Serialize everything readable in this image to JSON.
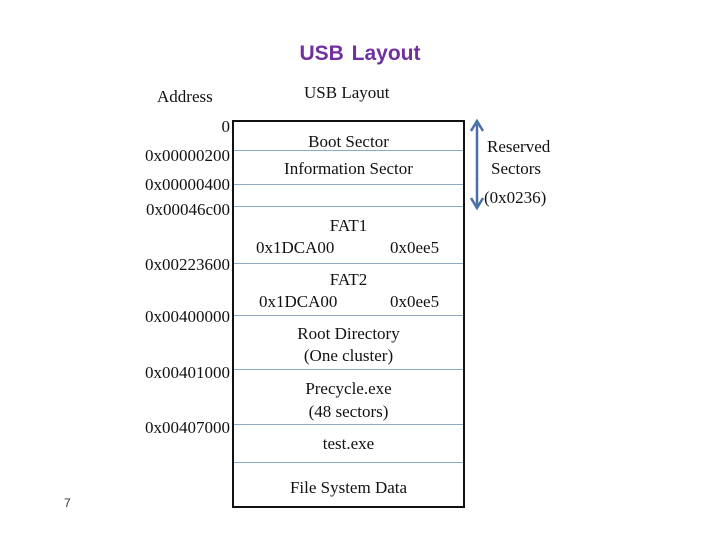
{
  "slide": {
    "title": "USB Layout",
    "page_number": "7"
  },
  "diagram": {
    "address_header": "Address",
    "layout_header": "USB Layout",
    "addresses": [
      "0",
      "0x00000200",
      "0x00000400",
      "0x00046c00",
      "0x00223600",
      "0x00400000",
      "0x00401000",
      "0x00407000"
    ],
    "regions": {
      "boot": "Boot Sector",
      "info": "Information Sector",
      "fat1": {
        "name": "FAT1",
        "start": "0x1DCA00",
        "size": "0x0ee5"
      },
      "fat2": {
        "name": "FAT2",
        "start": "0x1DCA00",
        "size": "0x0ee5"
      },
      "root": {
        "line1": "Root Directory",
        "line2": "(One cluster)"
      },
      "recycle": {
        "line1": "Precycle.exe",
        "line2": "(48 sectors)"
      },
      "test": "test.exe",
      "fsdata": "File System Data"
    },
    "reserved": {
      "line1": "Reserved",
      "line2": "Sectors",
      "line3": "(0x0236)"
    }
  },
  "colors": {
    "title": "#7030a0",
    "arrow": "#4a6fa5",
    "separator": "#8da9c4"
  }
}
